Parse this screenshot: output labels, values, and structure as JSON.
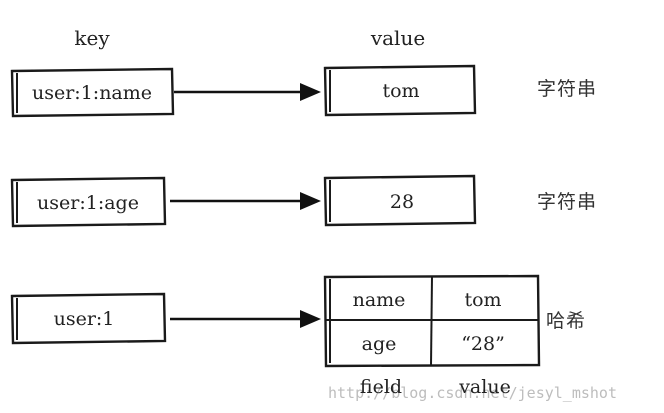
{
  "headers": {
    "key": "key",
    "value": "value"
  },
  "rows": [
    {
      "key": "user:1:name",
      "value": "tom",
      "type_label": "字符串"
    },
    {
      "key": "user:1:age",
      "value": "28",
      "type_label": "字符串"
    },
    {
      "key": "user:1",
      "type_label": "哈希"
    }
  ],
  "hash": {
    "fields": [
      {
        "field": "name",
        "value": "tom"
      },
      {
        "field": "age",
        "value": "“28”"
      }
    ],
    "footer_field": "field",
    "footer_value": "value"
  },
  "watermark": "http://blog.csdn.net/jesyl_mshot"
}
